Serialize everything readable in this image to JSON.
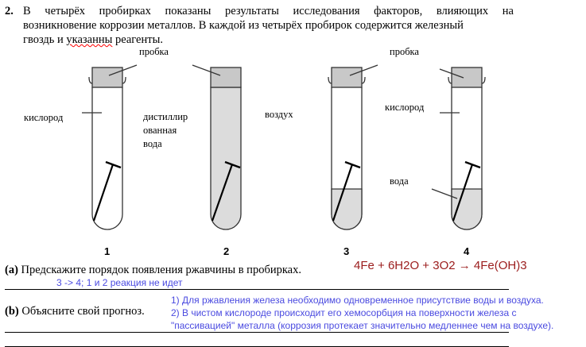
{
  "question": {
    "number": "2.",
    "line1": "В четырёх пробирках показаны результаты исследования факторов, влияющих на",
    "line2": "возникновение коррозии металлов. В каждой из четырёх пробирок содержится железный",
    "line3_a": "гвоздь и ",
    "line3_b": "указанны",
    "line3_c": " реагенты."
  },
  "diagram": {
    "labels": {
      "stopper_left": "пробка",
      "stopper_right": "пробка",
      "oxygen_1": "кислород",
      "distilled_water": [
        "дистиллир",
        "ованная",
        "вода"
      ],
      "air": "воздух",
      "oxygen_4": "кислород",
      "water": "вода"
    },
    "tube_numbers": [
      "1",
      "2",
      "3",
      "4"
    ]
  },
  "part_a": {
    "label": "(a)",
    "text": "Предскажите порядок появления ржавчины в пробирках.",
    "equation": "4Fe + 6H2O + 3O2 → 4Fe(OH)3",
    "answer": "3 -> 4; 1 и 2 реакция не идет"
  },
  "part_b": {
    "label": "(b)",
    "text": "Объясните свой прогноз.",
    "answer": [
      "1) Для ржавления железа необходимо одновременное присутствие воды и воздуха.",
      "2) В чистом кислороде происходит его хемосорбция на поверхности железа с",
      "\"пассивацией\" металла (коррозия протекает значительно медленнее чем на воздухе)."
    ]
  }
}
